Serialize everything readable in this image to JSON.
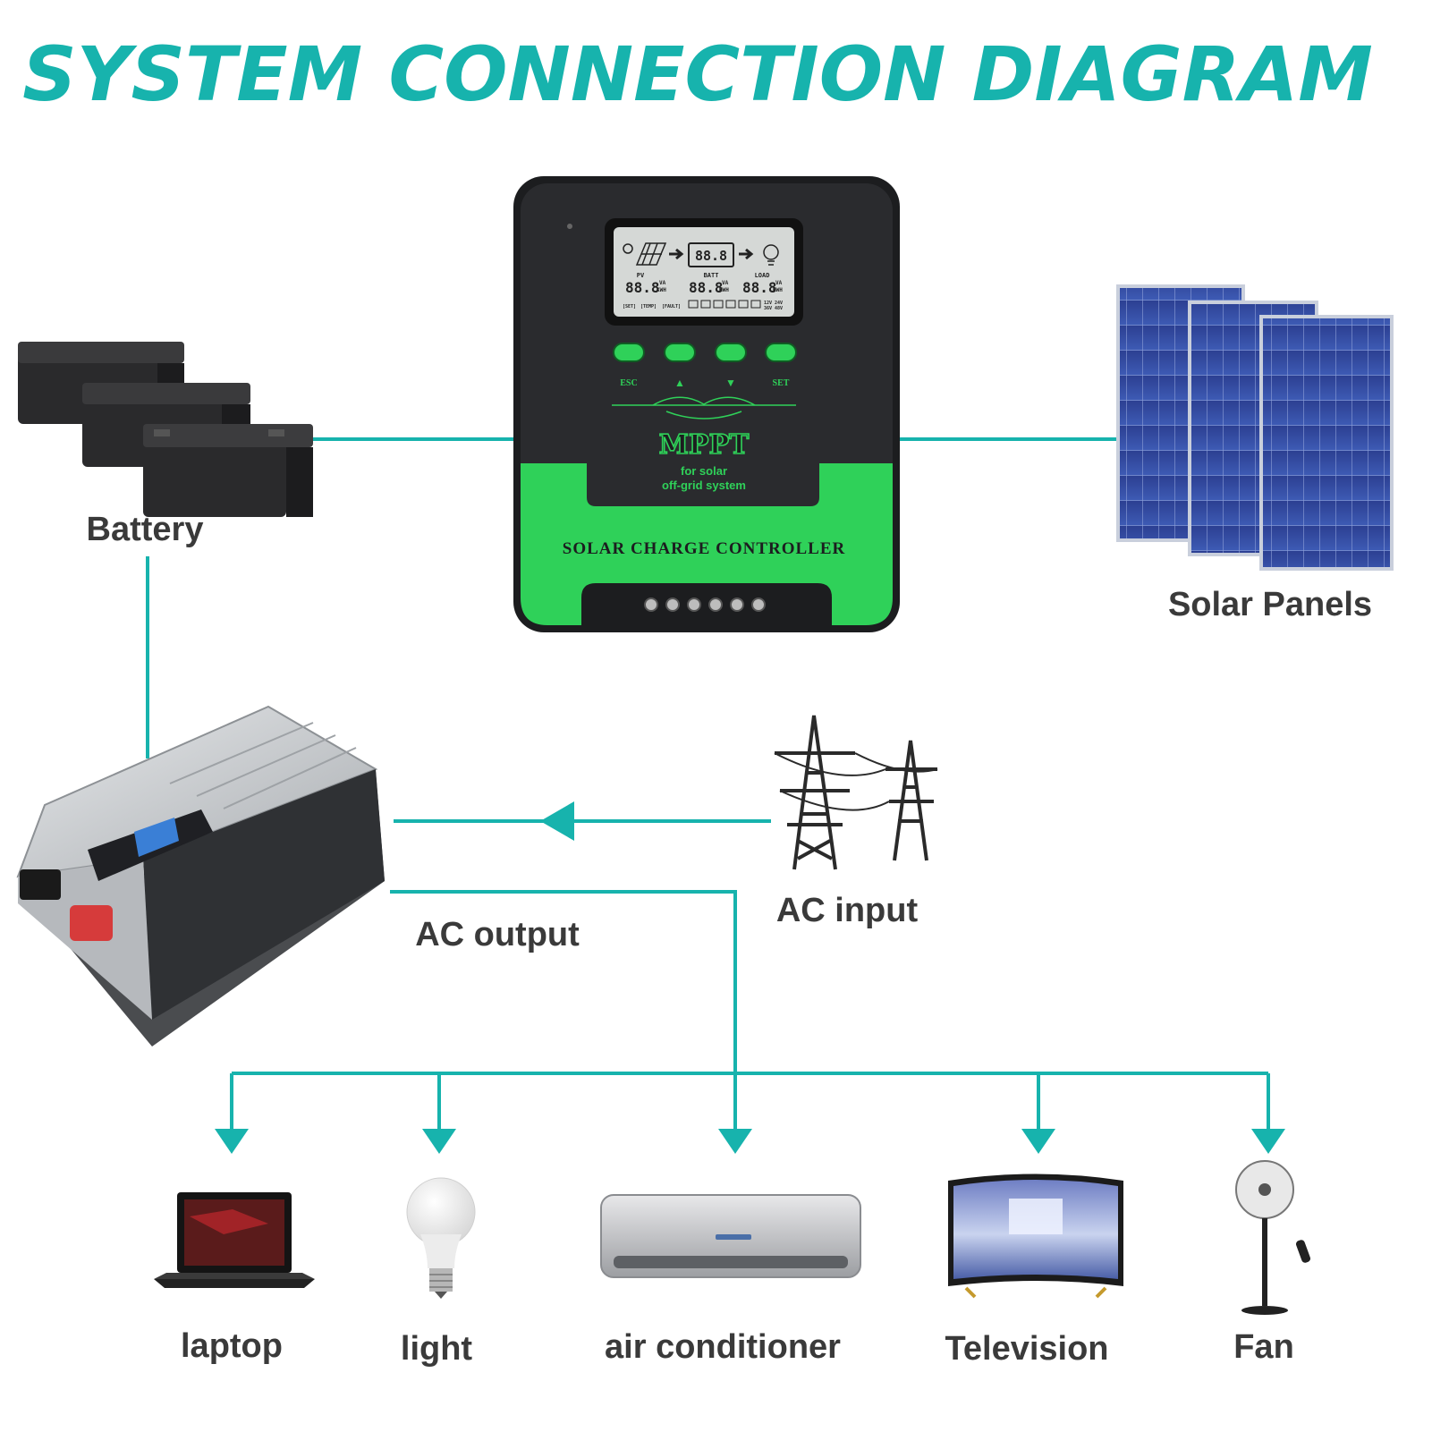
{
  "title": "SYSTEM CONNECTION DIAGRAM",
  "colors": {
    "accent": "#17b3ad",
    "controller_green": "#2fd159",
    "controller_body": "#1c1d1f",
    "label": "#3a3a3a"
  },
  "controller": {
    "lcd": {
      "top_value": "88.8",
      "pv_label": "PV",
      "batt_label": "BATT",
      "load_label": "LOAD",
      "pv_value": "88.8",
      "batt_value": "88.8",
      "load_value": "88.8",
      "unit_va": "VA",
      "unit_kwh": "KWH",
      "set_label": "[SET]",
      "temp_label": "[TEMP]",
      "fault_label": "[FAULT]",
      "voltages_top": "12V 24V",
      "voltages_bottom": "36V 48V"
    },
    "buttons": [
      "ESC",
      "▲",
      "▼",
      "SET"
    ],
    "brand": "MPPT",
    "tagline_1": "for solar",
    "tagline_2": "off-grid system",
    "name": "SOLAR CHARGE CONTROLLER"
  },
  "nodes": {
    "battery": "Battery",
    "solar_panels": "Solar Panels",
    "ac_input": "AC input",
    "ac_output": "AC output"
  },
  "loads": [
    "laptop",
    "light",
    "air conditioner",
    "Television",
    "Fan"
  ]
}
